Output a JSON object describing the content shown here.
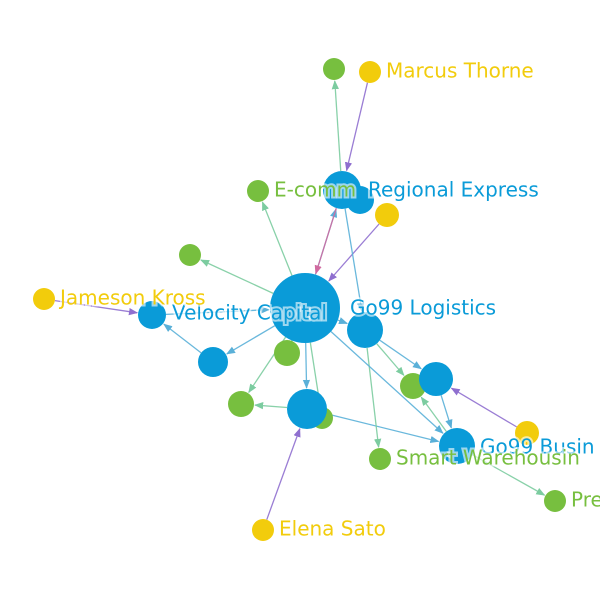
{
  "colors": {
    "company": "#0a9bd8",
    "topic": "#77bf3f",
    "person": "#f2cc0c",
    "edge_green": "#7ccca0",
    "edge_blue": "#5ab0d8",
    "edge_purple": "#8f6fcf",
    "edge_pink": "#d06aa0"
  },
  "nodes": [
    {
      "id": "vc",
      "type": "company",
      "label": "Velocity Capital"
    },
    {
      "id": "g99",
      "type": "company",
      "label": "Go99 Logistics"
    },
    {
      "id": "re",
      "type": "company",
      "label": "Regional Express"
    },
    {
      "id": "g99b",
      "type": "company",
      "label": "Go99 Busin"
    },
    {
      "id": "c_left",
      "type": "company",
      "label": ""
    },
    {
      "id": "c_mid",
      "type": "company",
      "label": ""
    },
    {
      "id": "c_bottom",
      "type": "company",
      "label": ""
    },
    {
      "id": "c_right",
      "type": "company",
      "label": ""
    },
    {
      "id": "c_small",
      "type": "company",
      "label": ""
    },
    {
      "id": "ecom",
      "type": "topic",
      "label": "E-comm"
    },
    {
      "id": "sw",
      "type": "topic",
      "label": "Smart Warehousin"
    },
    {
      "id": "pre",
      "type": "topic",
      "label": "Pre"
    },
    {
      "id": "t_top",
      "type": "topic",
      "label": ""
    },
    {
      "id": "t_left",
      "type": "topic",
      "label": ""
    },
    {
      "id": "t_mid",
      "type": "topic",
      "label": ""
    },
    {
      "id": "t_bl",
      "type": "topic",
      "label": ""
    },
    {
      "id": "t_bm",
      "type": "topic",
      "label": ""
    },
    {
      "id": "t_r",
      "type": "topic",
      "label": ""
    },
    {
      "id": "mt",
      "type": "person",
      "label": "Marcus Thorne"
    },
    {
      "id": "jk",
      "type": "person",
      "label": "Jameson Kross"
    },
    {
      "id": "es",
      "type": "person",
      "label": "Elena Sato"
    },
    {
      "id": "p_re",
      "type": "person",
      "label": ""
    },
    {
      "id": "p_right",
      "type": "person",
      "label": ""
    }
  ],
  "edges": [
    {
      "from": "re",
      "to": "t_top",
      "color": "green"
    },
    {
      "from": "mt",
      "to": "re",
      "color": "purple"
    },
    {
      "from": "vc",
      "to": "ecom",
      "color": "green"
    },
    {
      "from": "vc",
      "to": "t_left",
      "color": "green"
    },
    {
      "from": "vc",
      "to": "re",
      "color": "blue"
    },
    {
      "from": "re",
      "to": "vc",
      "color": "pink"
    },
    {
      "from": "p_re",
      "to": "vc",
      "color": "purple"
    },
    {
      "from": "jk",
      "to": "c_small",
      "color": "purple"
    },
    {
      "from": "c_small",
      "to": "vc",
      "color": "blue"
    },
    {
      "from": "vc",
      "to": "g99",
      "color": "blue"
    },
    {
      "from": "vc",
      "to": "c_left",
      "color": "blue"
    },
    {
      "from": "c_left",
      "to": "c_small",
      "color": "blue"
    },
    {
      "from": "vc",
      "to": "c_mid",
      "color": "blue"
    },
    {
      "from": "vc",
      "to": "t_bl",
      "color": "green"
    },
    {
      "from": "vc",
      "to": "t_mid",
      "color": "green"
    },
    {
      "from": "vc",
      "to": "t_bm",
      "color": "green"
    },
    {
      "from": "c_mid",
      "to": "t_bl",
      "color": "green"
    },
    {
      "from": "es",
      "to": "c_mid",
      "color": "purple"
    },
    {
      "from": "c_mid",
      "to": "g99b",
      "color": "blue"
    },
    {
      "from": "g99",
      "to": "c_right",
      "color": "blue"
    },
    {
      "from": "g99",
      "to": "t_r",
      "color": "green"
    },
    {
      "from": "g99",
      "to": "sw",
      "color": "green"
    },
    {
      "from": "re",
      "to": "g99",
      "color": "blue"
    },
    {
      "from": "vc",
      "to": "g99b",
      "color": "blue"
    },
    {
      "from": "c_right",
      "to": "t_r",
      "color": "green"
    },
    {
      "from": "g99b",
      "to": "t_r",
      "color": "green"
    },
    {
      "from": "p_right",
      "to": "c_right",
      "color": "purple"
    },
    {
      "from": "g99b",
      "to": "pre",
      "color": "green"
    },
    {
      "from": "c_right",
      "to": "g99b",
      "color": "blue"
    }
  ]
}
